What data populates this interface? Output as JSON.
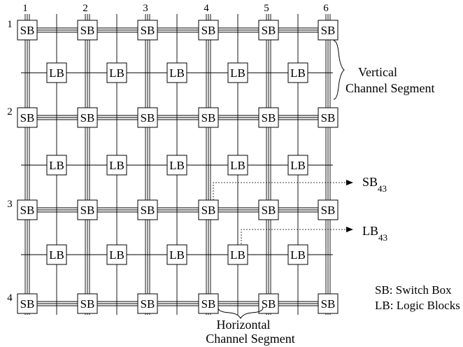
{
  "columns": [
    "1",
    "2",
    "3",
    "4",
    "5",
    "6"
  ],
  "rows": [
    "1",
    "2",
    "3",
    "4"
  ],
  "switch_box_label": "SB",
  "logic_block_label": "LB",
  "vertical_channel": {
    "line1": "Vertical",
    "line2": "Channel Segment"
  },
  "horizontal_channel": {
    "line1": "Horizontal",
    "line2": "Channel Segment"
  },
  "sb_callout": {
    "base": "SB",
    "sub": "43"
  },
  "lb_callout": {
    "base": "LB",
    "sub": "43"
  },
  "legend": {
    "sb": "SB: Switch Box",
    "lb": "LB: Logic Blocks"
  }
}
